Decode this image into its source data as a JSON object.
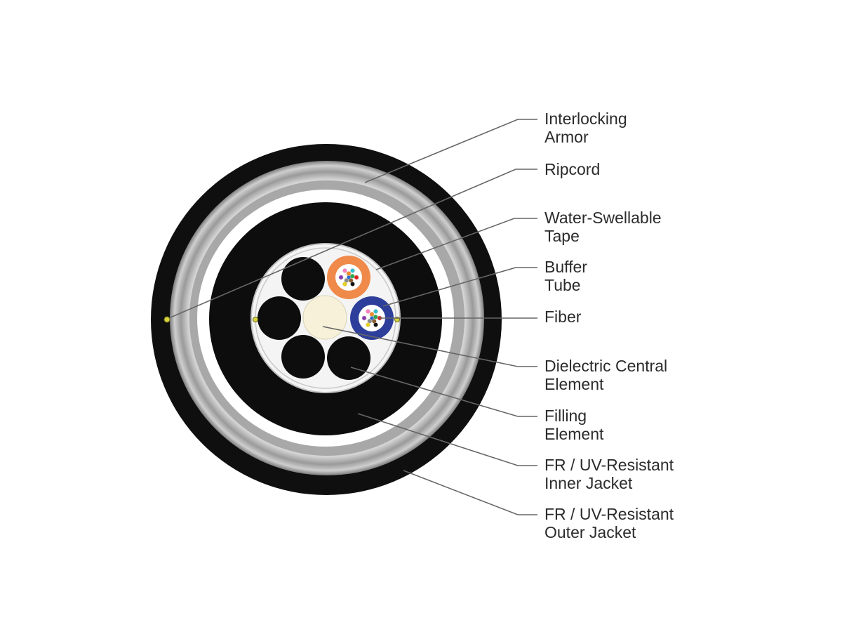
{
  "colors": {
    "outer_jacket": "#0f0f0f",
    "armor_light": "#d2d2d2",
    "armor_dark": "#8e8e8e",
    "inner_jacket": "#0d0d0d",
    "tape": "#ffffff",
    "core_fill": "#f4f4f4",
    "central_element": "#f6f1d8",
    "buffer_tube_orange": "#f08a4b",
    "buffer_tube_blue": "#2d3f9a",
    "ripcord": "#d8d43a",
    "leader_line": "#666666",
    "label_text": "#2b2b2b"
  },
  "fiber_colors": [
    "#2a6bd1",
    "#f08a2a",
    "#2aa84a",
    "#8a5a2a",
    "#8a8a8a",
    "#ffffff",
    "#e02020",
    "#111111",
    "#e8d020",
    "#8a3ab0",
    "#ff80c0",
    "#30c0d0"
  ],
  "callouts": [
    {
      "id": "interlocking-armor",
      "lines": [
        "Interlocking",
        "Armor"
      ]
    },
    {
      "id": "ripcord",
      "lines": [
        "Ripcord"
      ]
    },
    {
      "id": "water-swellable-tape",
      "lines": [
        "Water-Swellable",
        "Tape"
      ]
    },
    {
      "id": "buffer-tube",
      "lines": [
        "Buffer",
        "Tube"
      ]
    },
    {
      "id": "fiber",
      "lines": [
        "Fiber"
      ]
    },
    {
      "id": "dielectric-central-element",
      "lines": [
        "Dielectric Central",
        "Element"
      ]
    },
    {
      "id": "filling-element",
      "lines": [
        "Filling",
        "Element"
      ]
    },
    {
      "id": "inner-jacket",
      "lines": [
        "FR / UV-Resistant",
        "Inner Jacket"
      ]
    },
    {
      "id": "outer-jacket",
      "lines": [
        "FR / UV-Resistant",
        "Outer Jacket"
      ]
    }
  ]
}
